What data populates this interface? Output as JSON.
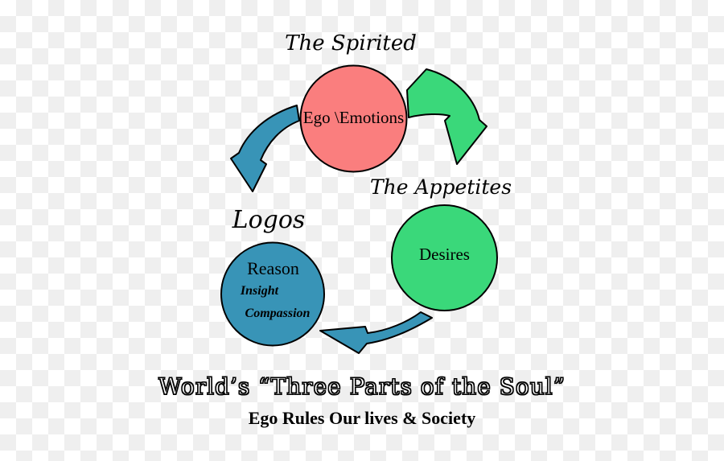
{
  "background": {
    "checker_light": "#FFFFFF",
    "checker_dark": "#EFEFEF"
  },
  "cycle": {
    "script_labels": {
      "spirited": "The Spirited",
      "appetites": "The Appetites",
      "logos": "Logos"
    },
    "circles": {
      "ego": {
        "text": "Ego \\Emotions",
        "fill": "#FA7E7E"
      },
      "desires": {
        "text": "Desires",
        "fill": "#3AD87A"
      },
      "reason": {
        "title": "Reason",
        "sub1": "Insight",
        "sub2": "Compassion",
        "fill": "#3894B7"
      }
    },
    "arrows": {
      "ego_to_appetites": {
        "color": "#3AD87A"
      },
      "ego_to_logos": {
        "color": "#3894B7"
      },
      "desires_to_reason": {
        "color": "#3894B7"
      }
    },
    "outline_color": "#000000"
  },
  "footer": {
    "title": "World’s “Three Parts of the Soul”",
    "subtitle": "Ego Rules Our lives & Society"
  }
}
